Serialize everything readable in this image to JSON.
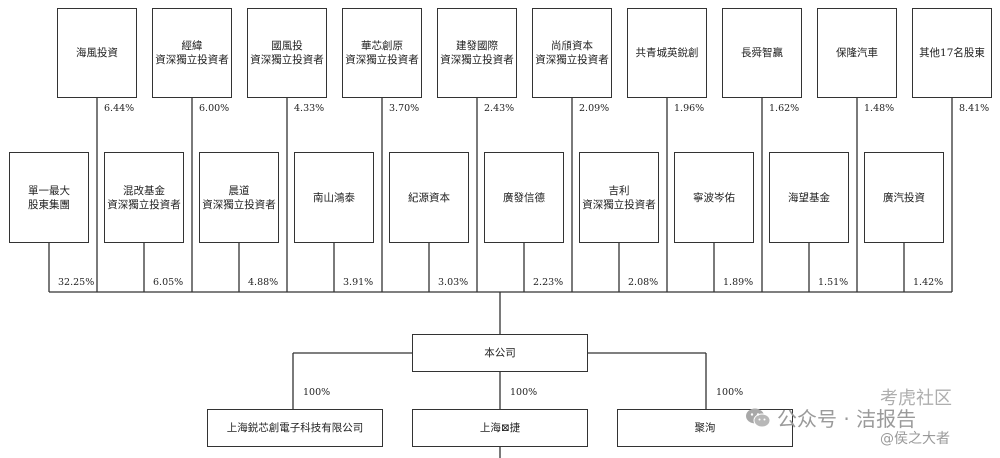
{
  "top_row": [
    {
      "l1": "海風投資",
      "l2": "",
      "pct": "6.44%"
    },
    {
      "l1": "經緯",
      "l2": "資深獨立投資者",
      "pct": "6.00%"
    },
    {
      "l1": "國風投",
      "l2": "資深獨立投資者",
      "pct": "4.33%"
    },
    {
      "l1": "華芯創原",
      "l2": "資深獨立投資者",
      "pct": "3.70%"
    },
    {
      "l1": "建發國際",
      "l2": "資深獨立投資者",
      "pct": "2.43%"
    },
    {
      "l1": "尚頎資本",
      "l2": "資深獨立投資者",
      "pct": "2.09%"
    },
    {
      "l1": "共青城英銳創",
      "l2": "",
      "pct": "1.96%"
    },
    {
      "l1": "長舜智贏",
      "l2": "",
      "pct": "1.62%"
    },
    {
      "l1": "保隆汽車",
      "l2": "",
      "pct": "1.48%"
    },
    {
      "l1": "其他17名股東",
      "l2": "",
      "pct": "8.41%"
    }
  ],
  "mid_row": [
    {
      "l1": "單一最大",
      "l2": "股東集團",
      "pct": "32.25%"
    },
    {
      "l1": "混改基金",
      "l2": "資深獨立投資者",
      "pct": "6.05%"
    },
    {
      "l1": "晨道",
      "l2": "資深獨立投資者",
      "pct": "4.88%"
    },
    {
      "l1": "南山鴻泰",
      "l2": "",
      "pct": "3.91%"
    },
    {
      "l1": "紀源資本",
      "l2": "",
      "pct": "3.03%"
    },
    {
      "l1": "廣發信德",
      "l2": "",
      "pct": "2.23%"
    },
    {
      "l1": "吉利",
      "l2": "資深獨立投資者",
      "pct": "2.08%"
    },
    {
      "l1": "寧波岑佑",
      "l2": "",
      "pct": "1.89%"
    },
    {
      "l1": "海望基金",
      "l2": "",
      "pct": "1.51%"
    },
    {
      "l1": "廣汽投資",
      "l2": "",
      "pct": "1.42%"
    }
  ],
  "company": "本公司",
  "subsidiaries": [
    {
      "name": "上海鋭芯創電子科技有限公司",
      "pct": "100%"
    },
    {
      "name": "上海⊠捷",
      "pct": "100%"
    },
    {
      "name": "聚洵",
      "pct": "100%"
    }
  ],
  "watermark": {
    "text1": "公众号 · 洁报告",
    "text2": "考虎社区",
    "text3": "@侯之大者"
  }
}
